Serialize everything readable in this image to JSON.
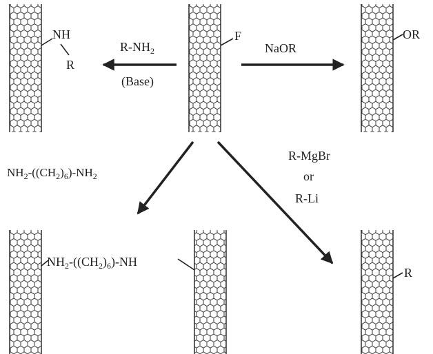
{
  "colors": {
    "ink": "#222222",
    "lattice": "#3a3a3a",
    "background": "#ffffff"
  },
  "center_tube": {
    "substituent": "F"
  },
  "left_product": {
    "line1": "NH",
    "line2": "R"
  },
  "right_product": {
    "substituent": "OR"
  },
  "bottom_left_product": {
    "part1": "NH",
    "part1_sub": "2",
    "part2": "-((CH",
    "part2_sub": "2",
    "part3": ")",
    "part3_sub": "6",
    "part4": ")-NH"
  },
  "bottom_right_product": {
    "substituent": "R"
  },
  "reagents": {
    "amine": {
      "main": "R-NH",
      "sub": "2",
      "note": "(Base)"
    },
    "alkoxide": {
      "label": "NaOR"
    },
    "diamine": {
      "part1": "NH",
      "part1_sub": "2",
      "part2": "-((CH",
      "part2_sub": "2",
      "part3": ")",
      "part3_sub": "6",
      "part4": ")-NH",
      "part4_sub": "2"
    },
    "organometallic": {
      "line1": "R-MgBr",
      "line2": "or",
      "line3": "R-Li"
    }
  }
}
